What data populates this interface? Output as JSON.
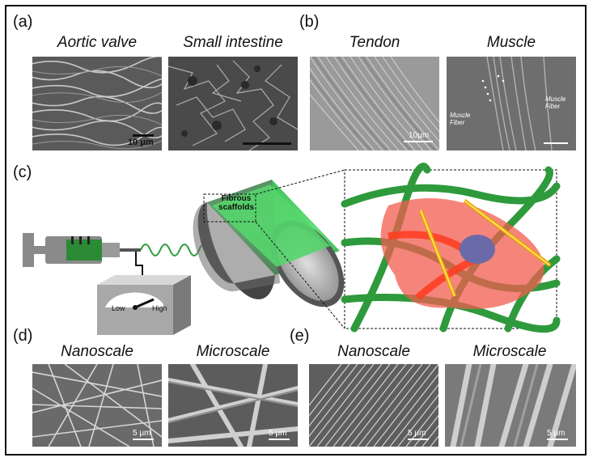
{
  "figure": {
    "panels": [
      {
        "label": "(a)",
        "images": [
          {
            "title": "Aortic valve",
            "scale": "10 μm"
          },
          {
            "title": "Small intestine",
            "scale": ""
          }
        ]
      },
      {
        "label": "(b)",
        "images": [
          {
            "title": "Tendon",
            "scale": "10μm"
          },
          {
            "title": "Muscle",
            "scale": "",
            "annotations": [
              "Muscle Fiber",
              "Muscle Fiber"
            ]
          }
        ]
      },
      {
        "label": "(c)",
        "diagram": {
          "scaffold_label": "Fibrous scaffolds",
          "gauge_low": "Low",
          "gauge_high": "High"
        }
      },
      {
        "label": "(d)",
        "images": [
          {
            "title": "Nanoscale",
            "scale": "5 μm"
          },
          {
            "title": "Microscale",
            "scale": "5 μm"
          }
        ]
      },
      {
        "label": "(e)",
        "images": [
          {
            "title": "Nanoscale",
            "scale": "5 μm"
          },
          {
            "title": "Microscale",
            "scale": "5 μm"
          }
        ]
      }
    ],
    "colors": {
      "fiber_green": "#2e9a3c",
      "cell_red": "#f25c4f",
      "scaffold_green": "#52d36a",
      "syringe_green": "#2c8a36",
      "gray": "#8a8a8a"
    }
  }
}
